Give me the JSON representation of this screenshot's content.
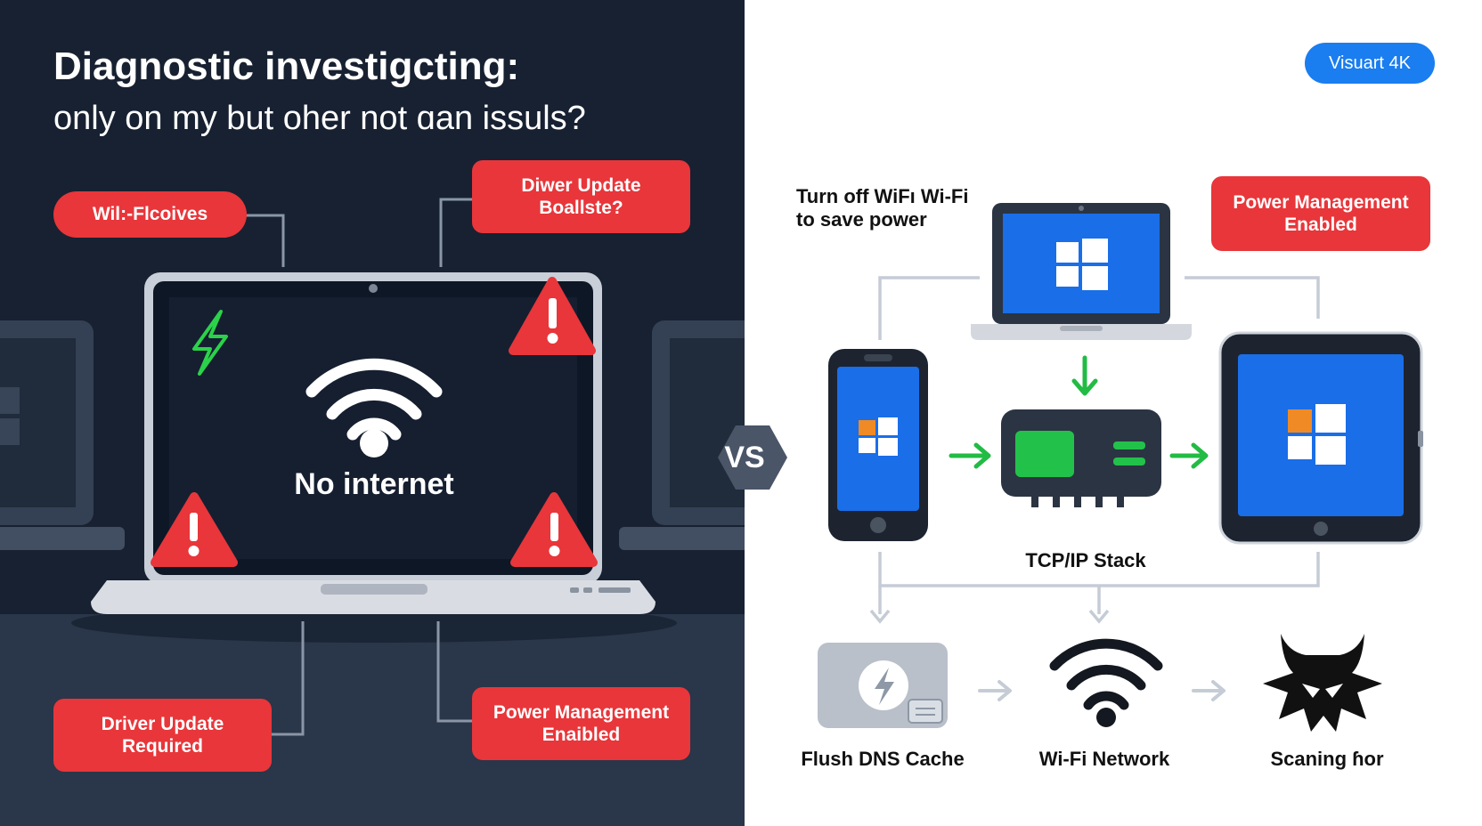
{
  "left_panel": {
    "title": "Diagnostic investigcting:",
    "subtitle": "only on my but oher not ɑan issuls?",
    "status_text": "No internet",
    "tags": {
      "top_left": "Wil:-Flcoives",
      "top_right_line1": "Diwer Update",
      "top_right_line2": "Boallste?",
      "bottom_left_line1": "Driver Update",
      "bottom_left_line2": "Required",
      "bottom_right_line1": "Power Management",
      "bottom_right_line2": "Enaibled"
    }
  },
  "divider": {
    "label": "VS"
  },
  "right_panel": {
    "badge": "Visuart 4K",
    "note": "Turn off WiFı Wi-Fi to save power",
    "tag_line1": "Power Management",
    "tag_line2": "Enabled",
    "stack_label": "TCP/IP Stack",
    "bottom_labels": [
      "Flush DNS Cache",
      "Wi-Fi Network",
      "Scaning ɦor"
    ]
  },
  "colors": {
    "dark_bg": "#172131",
    "alert_red": "#e8363a",
    "windows_blue": "#1a6ee8",
    "arrow_green": "#22bb44",
    "badge_blue": "#1a7df0"
  },
  "icons": [
    "lightning-icon",
    "warning-icon",
    "wifi-icon",
    "windows-logo-icon",
    "router-icon",
    "dns-cache-icon",
    "malware-icon",
    "arrow-icon"
  ]
}
